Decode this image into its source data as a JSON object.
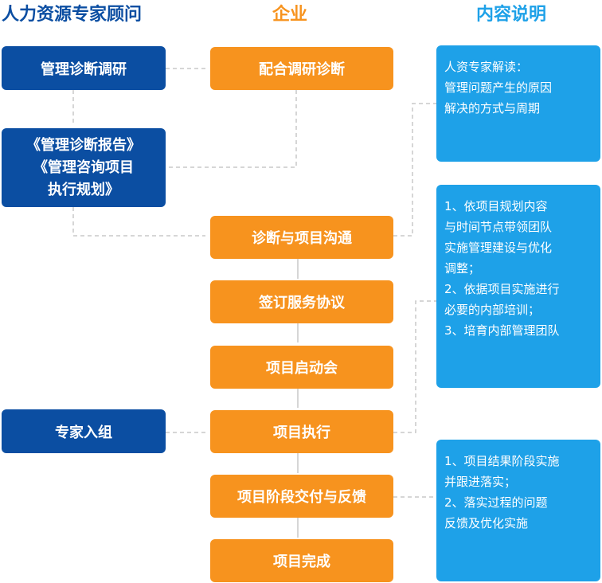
{
  "headers": {
    "left": "人力资源专家顾问",
    "mid": "企业",
    "right": "内容说明"
  },
  "left": {
    "b1": "管理诊断调研",
    "b2_l1": "《管理诊断报告》",
    "b2_l2": "《管理咨询项目",
    "b2_l3": "执行规划》",
    "b3": "专家入组"
  },
  "mid": {
    "o1": "配合调研诊断",
    "o2": "诊断与项目沟通",
    "o3": "签订服务协议",
    "o4": "项目启动会",
    "o5": "项目执行",
    "o6": "项目阶段交付与反馈",
    "o7": "项目完成"
  },
  "notes": {
    "n1": [
      "人资专家解读：",
      "管理问题产生的原因",
      "解决的方式与周期"
    ],
    "n2": [
      "1、依项目规划内容",
      "与时间节点带领团队",
      "实施管理建设与优化",
      "调整；",
      "2、依据项目实施进行",
      "必要的内部培训；",
      "3、培育内部管理团队"
    ],
    "n3": [
      "1、项目结果阶段实施",
      "并跟进落实；",
      "2、落实过程的问题",
      "反馈及优化实施"
    ]
  }
}
